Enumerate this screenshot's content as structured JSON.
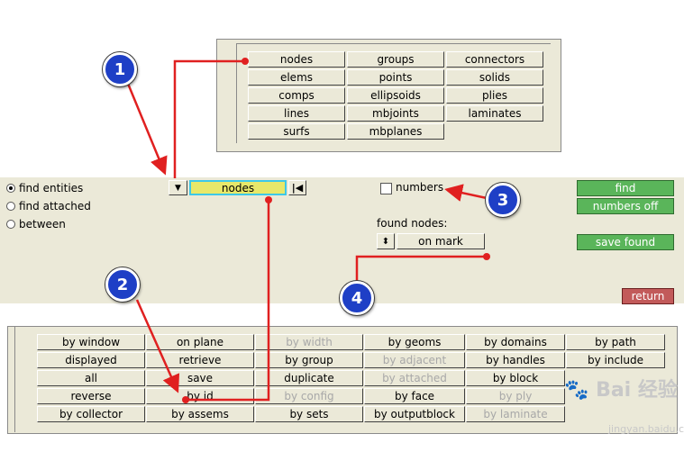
{
  "popup_entities": {
    "rows": [
      [
        "nodes",
        "groups",
        "connectors"
      ],
      [
        "elems",
        "points",
        "solids"
      ],
      [
        "comps",
        "ellipsoids",
        "plies"
      ],
      [
        "lines",
        "mbjoints",
        "laminates"
      ],
      [
        "surfs",
        "mbplanes",
        ""
      ]
    ]
  },
  "main": {
    "radios": [
      {
        "label": "find entities",
        "checked": true
      },
      {
        "label": "find attached",
        "checked": false
      },
      {
        "label": "between",
        "checked": false
      }
    ],
    "entity_selector_value": "nodes",
    "numbers_checkbox_label": "numbers",
    "found_label": "found nodes:",
    "found_value": "on mark",
    "buttons": {
      "find": "find",
      "numbers_off": "numbers off",
      "save_found": "save found",
      "return": "return"
    }
  },
  "selection_menu": {
    "rows": [
      [
        {
          "t": "by window",
          "d": false
        },
        {
          "t": "on plane",
          "d": false
        },
        {
          "t": "by width",
          "d": true
        },
        {
          "t": "by geoms",
          "d": false
        },
        {
          "t": "by domains",
          "d": false
        },
        {
          "t": "by path",
          "d": false
        }
      ],
      [
        {
          "t": "displayed",
          "d": false
        },
        {
          "t": "retrieve",
          "d": false
        },
        {
          "t": "by group",
          "d": false
        },
        {
          "t": "by adjacent",
          "d": true
        },
        {
          "t": "by handles",
          "d": false
        },
        {
          "t": "by include",
          "d": false
        }
      ],
      [
        {
          "t": "all",
          "d": false
        },
        {
          "t": "save",
          "d": false
        },
        {
          "t": "duplicate",
          "d": false
        },
        {
          "t": "by attached",
          "d": true
        },
        {
          "t": "by block",
          "d": false
        },
        {
          "t": "",
          "d": false
        }
      ],
      [
        {
          "t": "reverse",
          "d": false
        },
        {
          "t": "by id",
          "d": false
        },
        {
          "t": "by config",
          "d": true
        },
        {
          "t": "by face",
          "d": false
        },
        {
          "t": "by ply",
          "d": true
        },
        {
          "t": "",
          "d": false
        }
      ],
      [
        {
          "t": "by collector",
          "d": false
        },
        {
          "t": "by assems",
          "d": false
        },
        {
          "t": "by sets",
          "d": false
        },
        {
          "t": "by outputblock",
          "d": false
        },
        {
          "t": "by laminate",
          "d": true
        },
        {
          "t": "",
          "d": false
        }
      ]
    ]
  },
  "callouts": [
    "1",
    "2",
    "3",
    "4"
  ],
  "watermark": {
    "text": "Bai 经验",
    "url": "jingyan.baidu.com"
  },
  "colors": {
    "panel": "#ebe9d8",
    "selector_fill": "#e8e86a",
    "selector_border": "#3ec8e8",
    "green": "#5ab55a",
    "red": "#c25a5a",
    "callout": "#1e3fc6",
    "arrow": "#e02020"
  }
}
